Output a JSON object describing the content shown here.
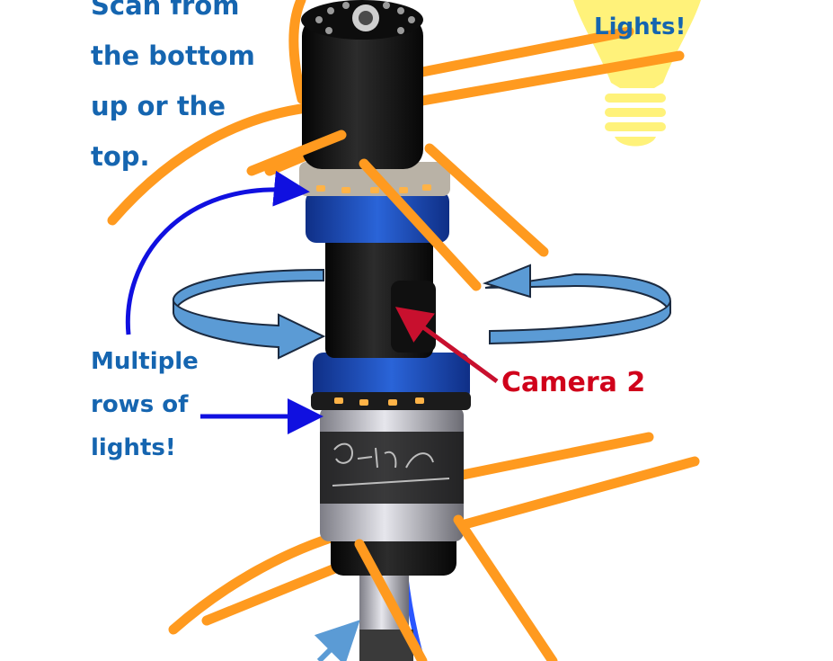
{
  "labels": {
    "scan": [
      "Scan from",
      "the bottom",
      "up or the",
      "top."
    ],
    "rows": [
      "Multiple",
      "rows of",
      "lights!"
    ],
    "lights": "Lights!",
    "camera": "Camera 2"
  },
  "colors": {
    "label_blue": "#1565b0",
    "camera_red": "#d0021b",
    "arrow_blue": "#1010e0",
    "ring_blue": "#5b9bd5",
    "bristle": "#ff9a1f",
    "bulb": "#fff27a",
    "device_dark": "#161616",
    "collar": "#1a4fbf"
  },
  "icons": {
    "bulb": "lightbulb-icon",
    "rotation": "rotation-arrow-icon"
  }
}
